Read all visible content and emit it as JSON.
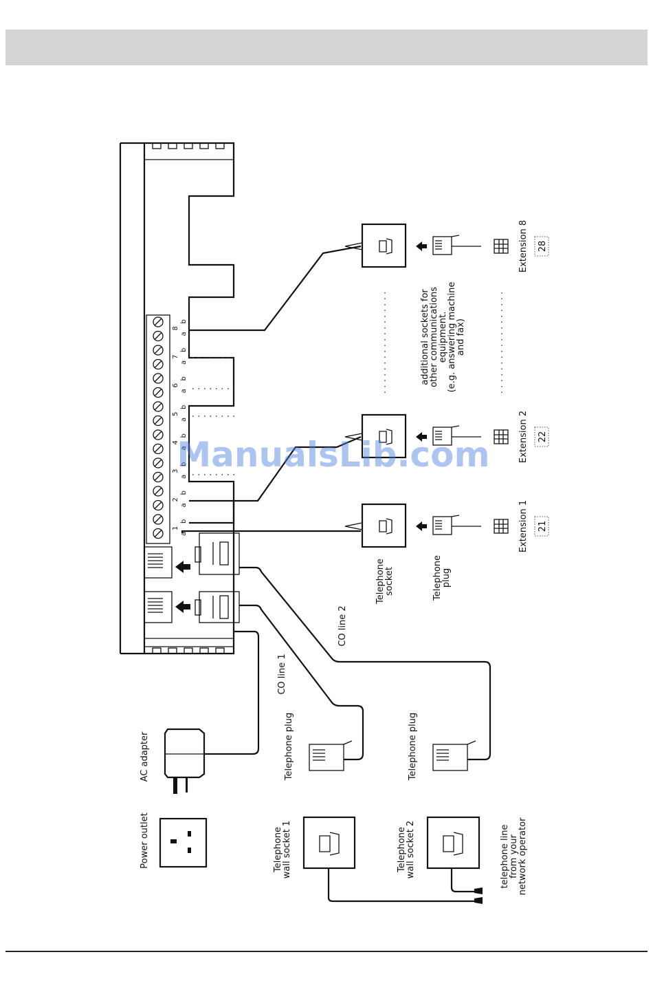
{
  "labels": {
    "power_outlet": "Power outlet",
    "ac_adapter": "AC adapter",
    "telephone_plug_1": "Telephone plug",
    "telephone_plug_2": "Telephone plug",
    "wall_socket_1": [
      "Telephone",
      "wall socket 1"
    ],
    "wall_socket_2": [
      "Telephone",
      "wall socket 2"
    ],
    "telephone_line": [
      "telephone line",
      "from your",
      "network operator"
    ],
    "co_line_1": "CO line 1",
    "co_line_2": "CO line 2",
    "telephone_socket": [
      "Telephone",
      "socket"
    ],
    "telephone_plug_ext": [
      "Telephone",
      "plug"
    ],
    "additional_sockets": [
      "additional sockets for",
      "other communications",
      "equipment.",
      "(e.g. answering machine",
      "and fax)"
    ]
  },
  "extensions": [
    {
      "label": "Extension 1",
      "number": "21"
    },
    {
      "label": "Extension 2",
      "number": "22"
    },
    {
      "label": "Extension 8",
      "number": "28"
    }
  ],
  "terminals": [
    "1",
    "2",
    "3",
    "4",
    "5",
    "6",
    "7",
    "8"
  ],
  "terminal_pins": {
    "a": "a",
    "b": "b"
  },
  "watermark": "ManualsLib.com"
}
